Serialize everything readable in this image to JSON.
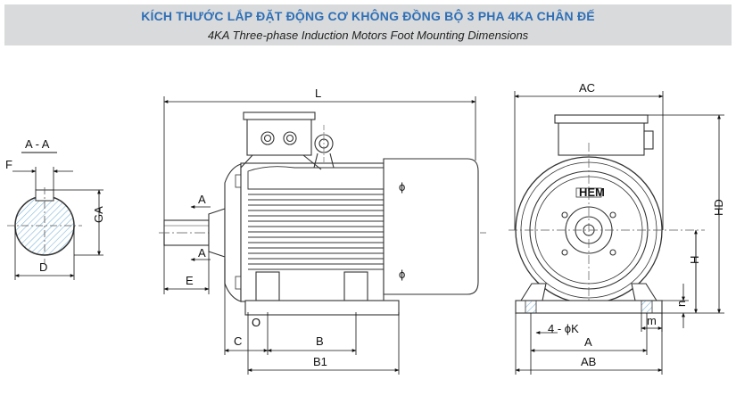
{
  "header": {
    "title_vi": "KÍCH THƯỚC LẮP ĐẶT ĐỘNG CƠ KHÔNG ĐỒNG BỘ 3 PHA 4KA CHÂN ĐẾ",
    "title_en": "4KA Three-phase Induction Motors Foot Mounting Dimensions"
  },
  "section_view": {
    "title": "A - A",
    "labels": {
      "F": "F",
      "GA": "GA",
      "D": "D"
    }
  },
  "side_view": {
    "labels": {
      "L": "L",
      "A_top": "A",
      "A_bottom": "A",
      "E": "E",
      "O": "O",
      "C": "C",
      "B": "B",
      "B1": "B1"
    }
  },
  "front_view": {
    "brand": "HEM",
    "labels": {
      "AC": "AC",
      "HD": "HD",
      "H": "H",
      "n": "n",
      "m": "m",
      "K": "4 - ϕK",
      "A": "A",
      "AB": "AB"
    }
  },
  "colors": {
    "title_blue": "#2e6fb6",
    "banner_gray": "#d9dadb",
    "section_hatch": "#7fb6d8"
  }
}
